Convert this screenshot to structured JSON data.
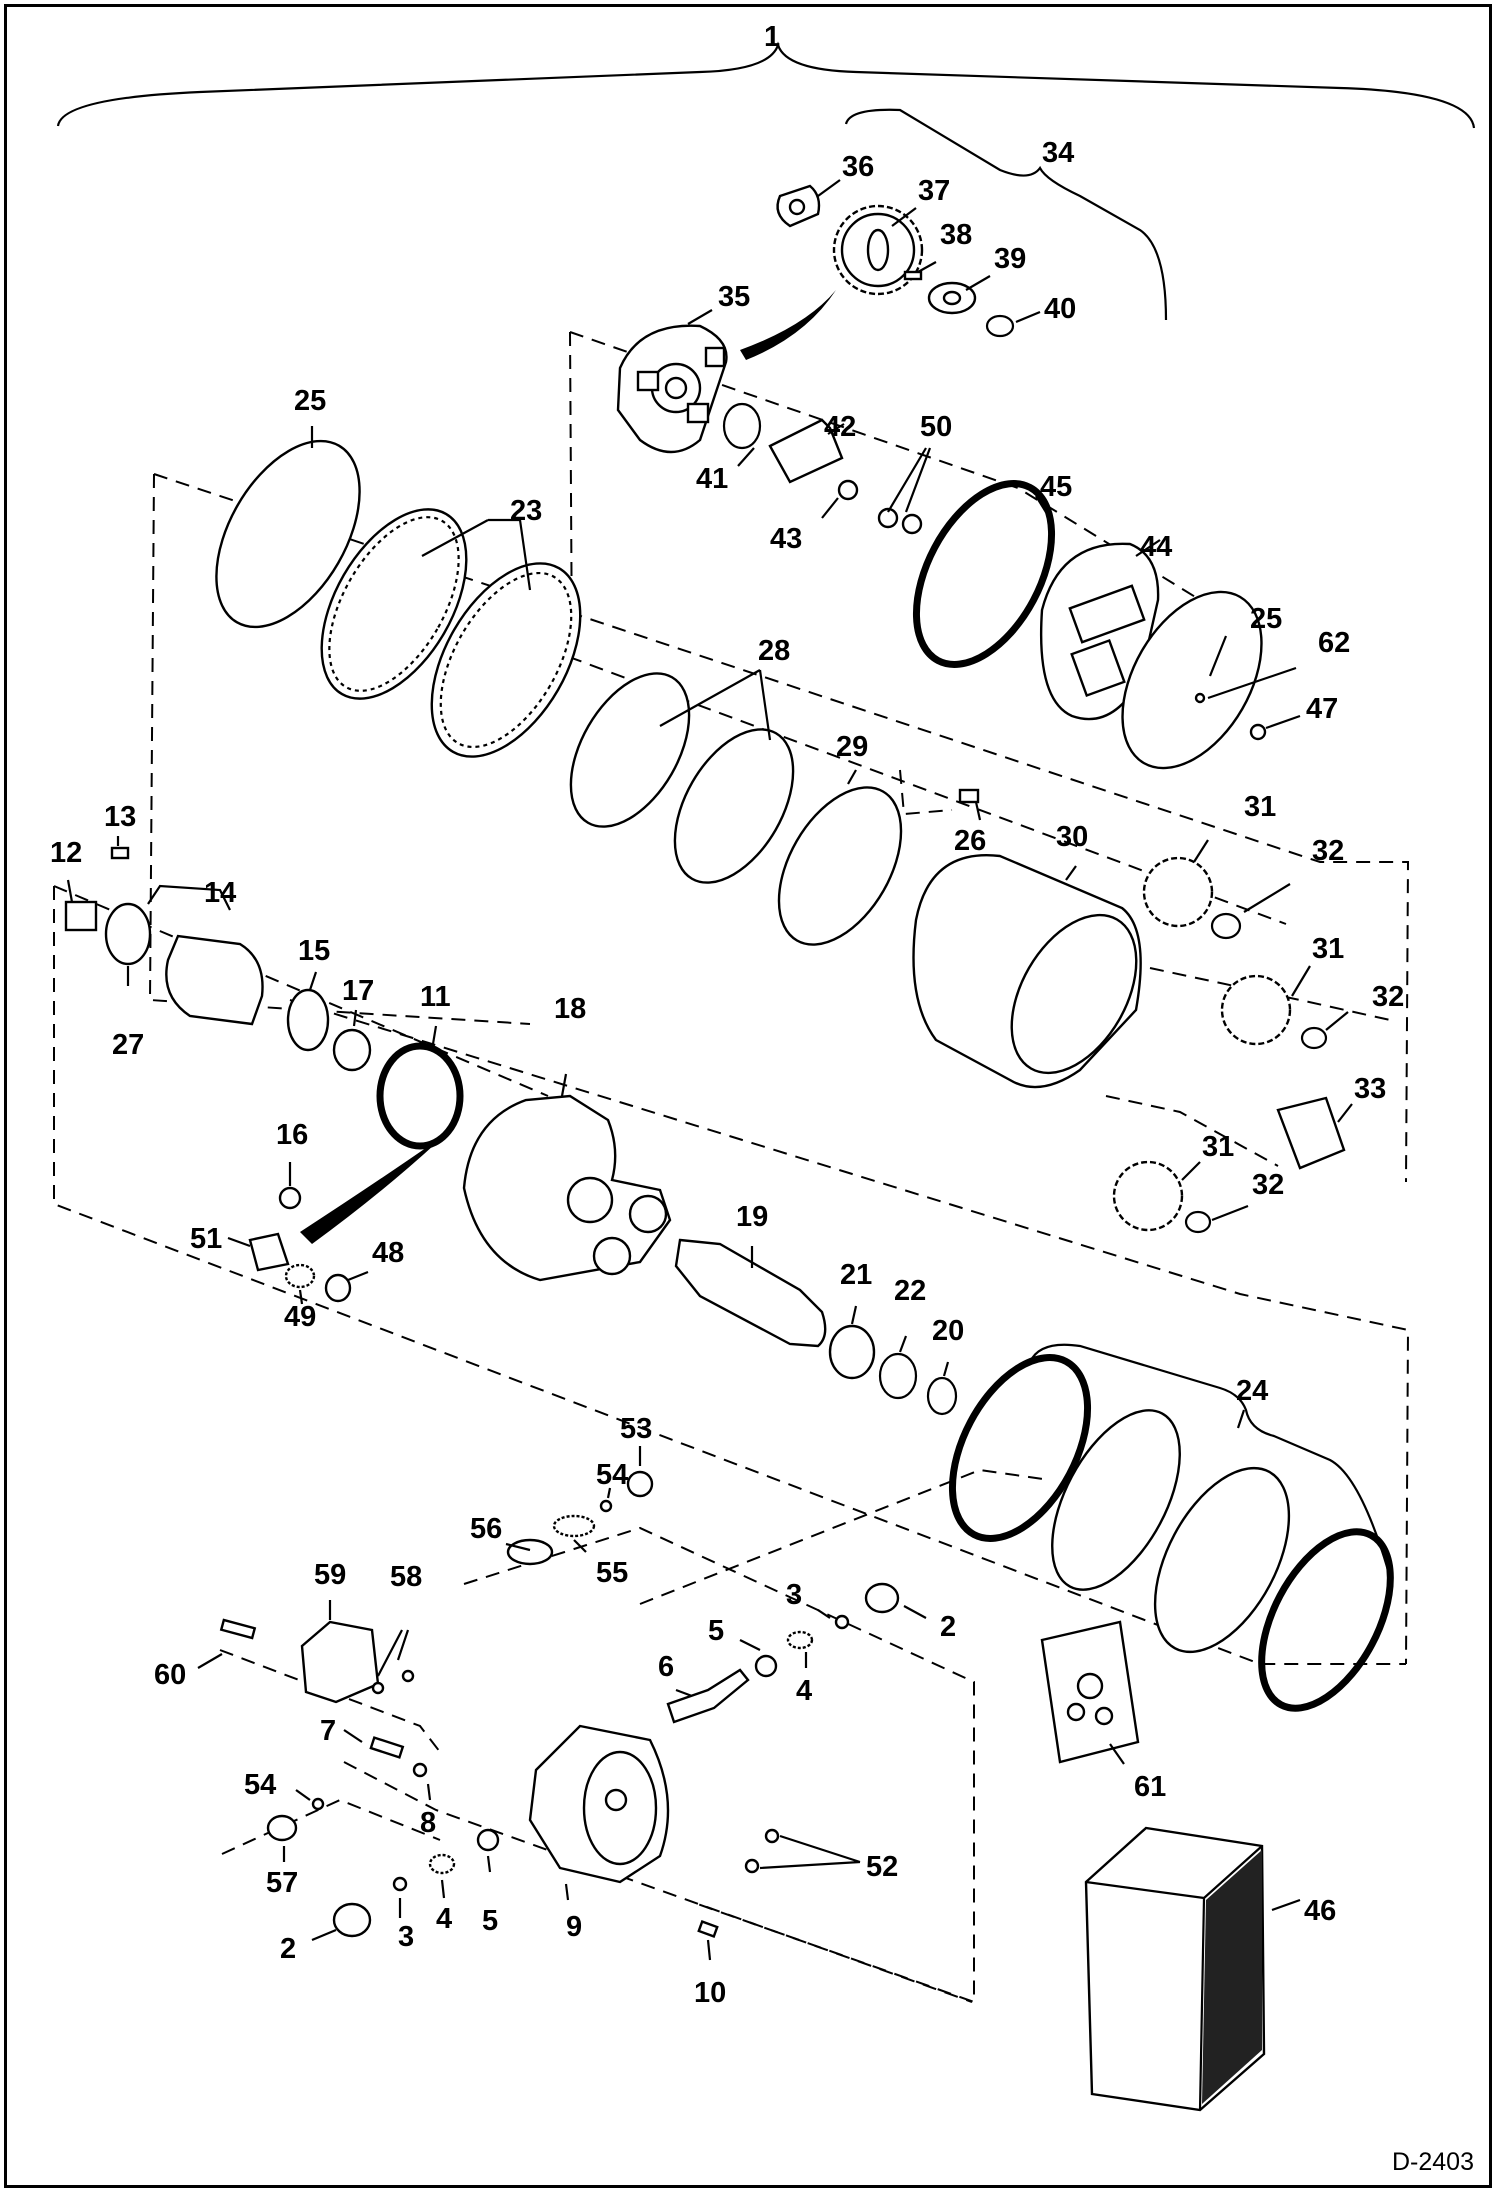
{
  "drawing_id": "D-2403",
  "labels": {
    "l1": "1",
    "l2a": "2",
    "l2b": "2",
    "l3a": "3",
    "l3b": "3",
    "l4a": "4",
    "l4b": "4",
    "l5a": "5",
    "l5b": "5",
    "l6": "6",
    "l7": "7",
    "l8": "8",
    "l9": "9",
    "l10": "10",
    "l11": "11",
    "l12": "12",
    "l13": "13",
    "l14": "14",
    "l15": "15",
    "l16": "16",
    "l17": "17",
    "l18": "18",
    "l19": "19",
    "l20": "20",
    "l21": "21",
    "l22": "22",
    "l23": "23",
    "l24": "24",
    "l25a": "25",
    "l25b": "25",
    "l26": "26",
    "l27": "27",
    "l28": "28",
    "l29": "29",
    "l30": "30",
    "l31a": "31",
    "l31b": "31",
    "l31c": "31",
    "l32a": "32",
    "l32b": "32",
    "l32c": "32",
    "l33": "33",
    "l34": "34",
    "l35": "35",
    "l36": "36",
    "l37": "37",
    "l38": "38",
    "l39": "39",
    "l40": "40",
    "l41": "41",
    "l42": "42",
    "l43": "43",
    "l44": "44",
    "l45": "45",
    "l46": "46",
    "l47": "47",
    "l48": "48",
    "l49": "49",
    "l50": "50",
    "l51": "51",
    "l52": "52",
    "l53": "53",
    "l54a": "54",
    "l54b": "54",
    "l55": "55",
    "l56": "56",
    "l57": "57",
    "l58": "58",
    "l59": "59",
    "l60": "60",
    "l61": "61",
    "l62": "62"
  }
}
